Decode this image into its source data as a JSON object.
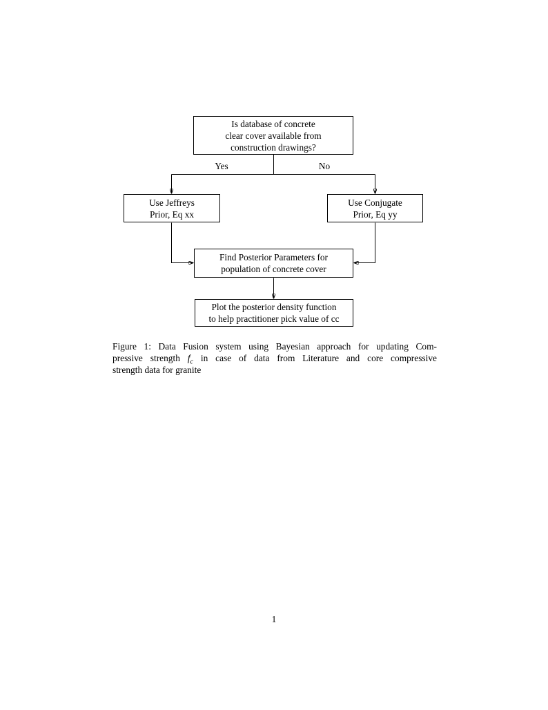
{
  "page": {
    "number": "1"
  },
  "flowchart": {
    "nodes": {
      "question": [
        "Is database of concrete",
        "clear cover available from",
        "construction drawings?"
      ],
      "jeffreys": [
        "Use Jeffreys",
        "Prior, Eq xx"
      ],
      "conjugate": [
        "Use Conjugate",
        "Prior, Eq yy"
      ],
      "posterior": [
        "Find Posterior Parameters for",
        "population of concrete cover"
      ],
      "plot": [
        "Plot the posterior density function",
        "to help practitioner pick value of cc"
      ]
    },
    "edge_labels": {
      "yes": "Yes",
      "no": "No"
    }
  },
  "caption": {
    "line1": "Figure 1: Data Fusion system using Bayesian approach for updating Com-",
    "line2_pre": "pressive strength ",
    "math_f": "f",
    "math_sub": "c",
    "line2_post": " in case of data from Literature and core compressive",
    "line3": "strength data for granite"
  },
  "colors": {
    "ink": "#000000",
    "background": "#ffffff"
  }
}
